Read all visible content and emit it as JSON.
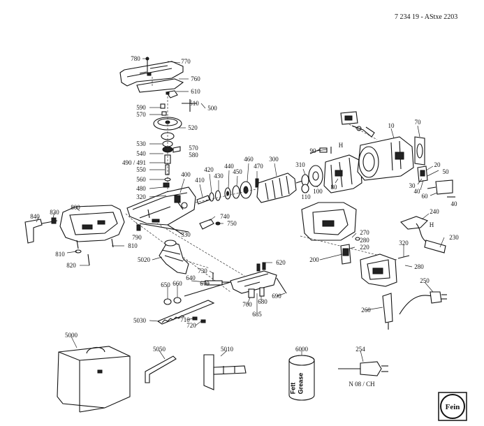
{
  "document": {
    "title": "7 234 19 - AStxe 2203"
  },
  "parts": [
    {
      "id": "p780",
      "label": "780"
    },
    {
      "id": "p770",
      "label": "770"
    },
    {
      "id": "p760",
      "label": "760"
    },
    {
      "id": "p610",
      "label": "610"
    },
    {
      "id": "p590",
      "label": "590"
    },
    {
      "id": "p570a",
      "label": "570"
    },
    {
      "id": "p510",
      "label": "510"
    },
    {
      "id": "p500",
      "label": "500"
    },
    {
      "id": "p520",
      "label": "520"
    },
    {
      "id": "p530",
      "label": "530"
    },
    {
      "id": "p570b",
      "label": "570"
    },
    {
      "id": "p540",
      "label": "540"
    },
    {
      "id": "p580",
      "label": "580"
    },
    {
      "id": "p490",
      "label": "490 / 491"
    },
    {
      "id": "p550",
      "label": "550"
    },
    {
      "id": "p560",
      "label": "560"
    },
    {
      "id": "p480",
      "label": "480"
    },
    {
      "id": "p320a",
      "label": "320"
    },
    {
      "id": "p400",
      "label": "400"
    },
    {
      "id": "p410",
      "label": "410"
    },
    {
      "id": "p420",
      "label": "420"
    },
    {
      "id": "p430",
      "label": "430"
    },
    {
      "id": "p440",
      "label": "440"
    },
    {
      "id": "p450",
      "label": "450"
    },
    {
      "id": "p460",
      "label": "460"
    },
    {
      "id": "p470",
      "label": "470"
    },
    {
      "id": "p300",
      "label": "300"
    },
    {
      "id": "p90",
      "label": "90"
    },
    {
      "id": "pH1",
      "label": "H"
    },
    {
      "id": "p10",
      "label": "10"
    },
    {
      "id": "p70",
      "label": "70"
    },
    {
      "id": "p310",
      "label": "310"
    },
    {
      "id": "p100",
      "label": "100"
    },
    {
      "id": "p110",
      "label": "110"
    },
    {
      "id": "p80",
      "label": "80"
    },
    {
      "id": "p20",
      "label": "20"
    },
    {
      "id": "p50",
      "label": "50"
    },
    {
      "id": "p30",
      "label": "30"
    },
    {
      "id": "p40a",
      "label": "40"
    },
    {
      "id": "p60",
      "label": "60"
    },
    {
      "id": "p40b",
      "label": "40"
    },
    {
      "id": "p840",
      "label": "840"
    },
    {
      "id": "p830",
      "label": "830"
    },
    {
      "id": "p800",
      "label": "800"
    },
    {
      "id": "p790",
      "label": "790"
    },
    {
      "id": "p330",
      "label": "330"
    },
    {
      "id": "p740",
      "label": "740"
    },
    {
      "id": "p750",
      "label": "750"
    },
    {
      "id": "p810a",
      "label": "810"
    },
    {
      "id": "p810b",
      "label": "810"
    },
    {
      "id": "p820",
      "label": "820"
    },
    {
      "id": "p5020",
      "label": "5020"
    },
    {
      "id": "p730",
      "label": "730"
    },
    {
      "id": "p620",
      "label": "620"
    },
    {
      "id": "p640",
      "label": "640"
    },
    {
      "id": "p670",
      "label": "670"
    },
    {
      "id": "p650",
      "label": "650"
    },
    {
      "id": "p660",
      "label": "660"
    },
    {
      "id": "p700",
      "label": "700"
    },
    {
      "id": "p680",
      "label": "680"
    },
    {
      "id": "p690",
      "label": "690"
    },
    {
      "id": "p685",
      "label": "685"
    },
    {
      "id": "p710",
      "label": "710"
    },
    {
      "id": "p720",
      "label": "720"
    },
    {
      "id": "p5030",
      "label": "5030"
    },
    {
      "id": "p240",
      "label": "240"
    },
    {
      "id": "pH2",
      "label": "H"
    },
    {
      "id": "p230",
      "label": "230"
    },
    {
      "id": "p270",
      "label": "270"
    },
    {
      "id": "p280a",
      "label": "280"
    },
    {
      "id": "p220",
      "label": "220"
    },
    {
      "id": "p320b",
      "label": "320"
    },
    {
      "id": "p200",
      "label": "200"
    },
    {
      "id": "p280b",
      "label": "280"
    },
    {
      "id": "p250",
      "label": "250"
    },
    {
      "id": "p260",
      "label": "260"
    },
    {
      "id": "p5000",
      "label": "5000"
    },
    {
      "id": "p5050",
      "label": "5050"
    },
    {
      "id": "p5010",
      "label": "5010"
    },
    {
      "id": "p6000",
      "label": "6000"
    },
    {
      "id": "p254",
      "label": "254"
    },
    {
      "id": "pN08",
      "label": "N 08 / CH"
    }
  ],
  "can_label": {
    "line1": "Fett",
    "line2": "Grease"
  },
  "logo": {
    "name": "fein-logo",
    "text": "Fein"
  }
}
